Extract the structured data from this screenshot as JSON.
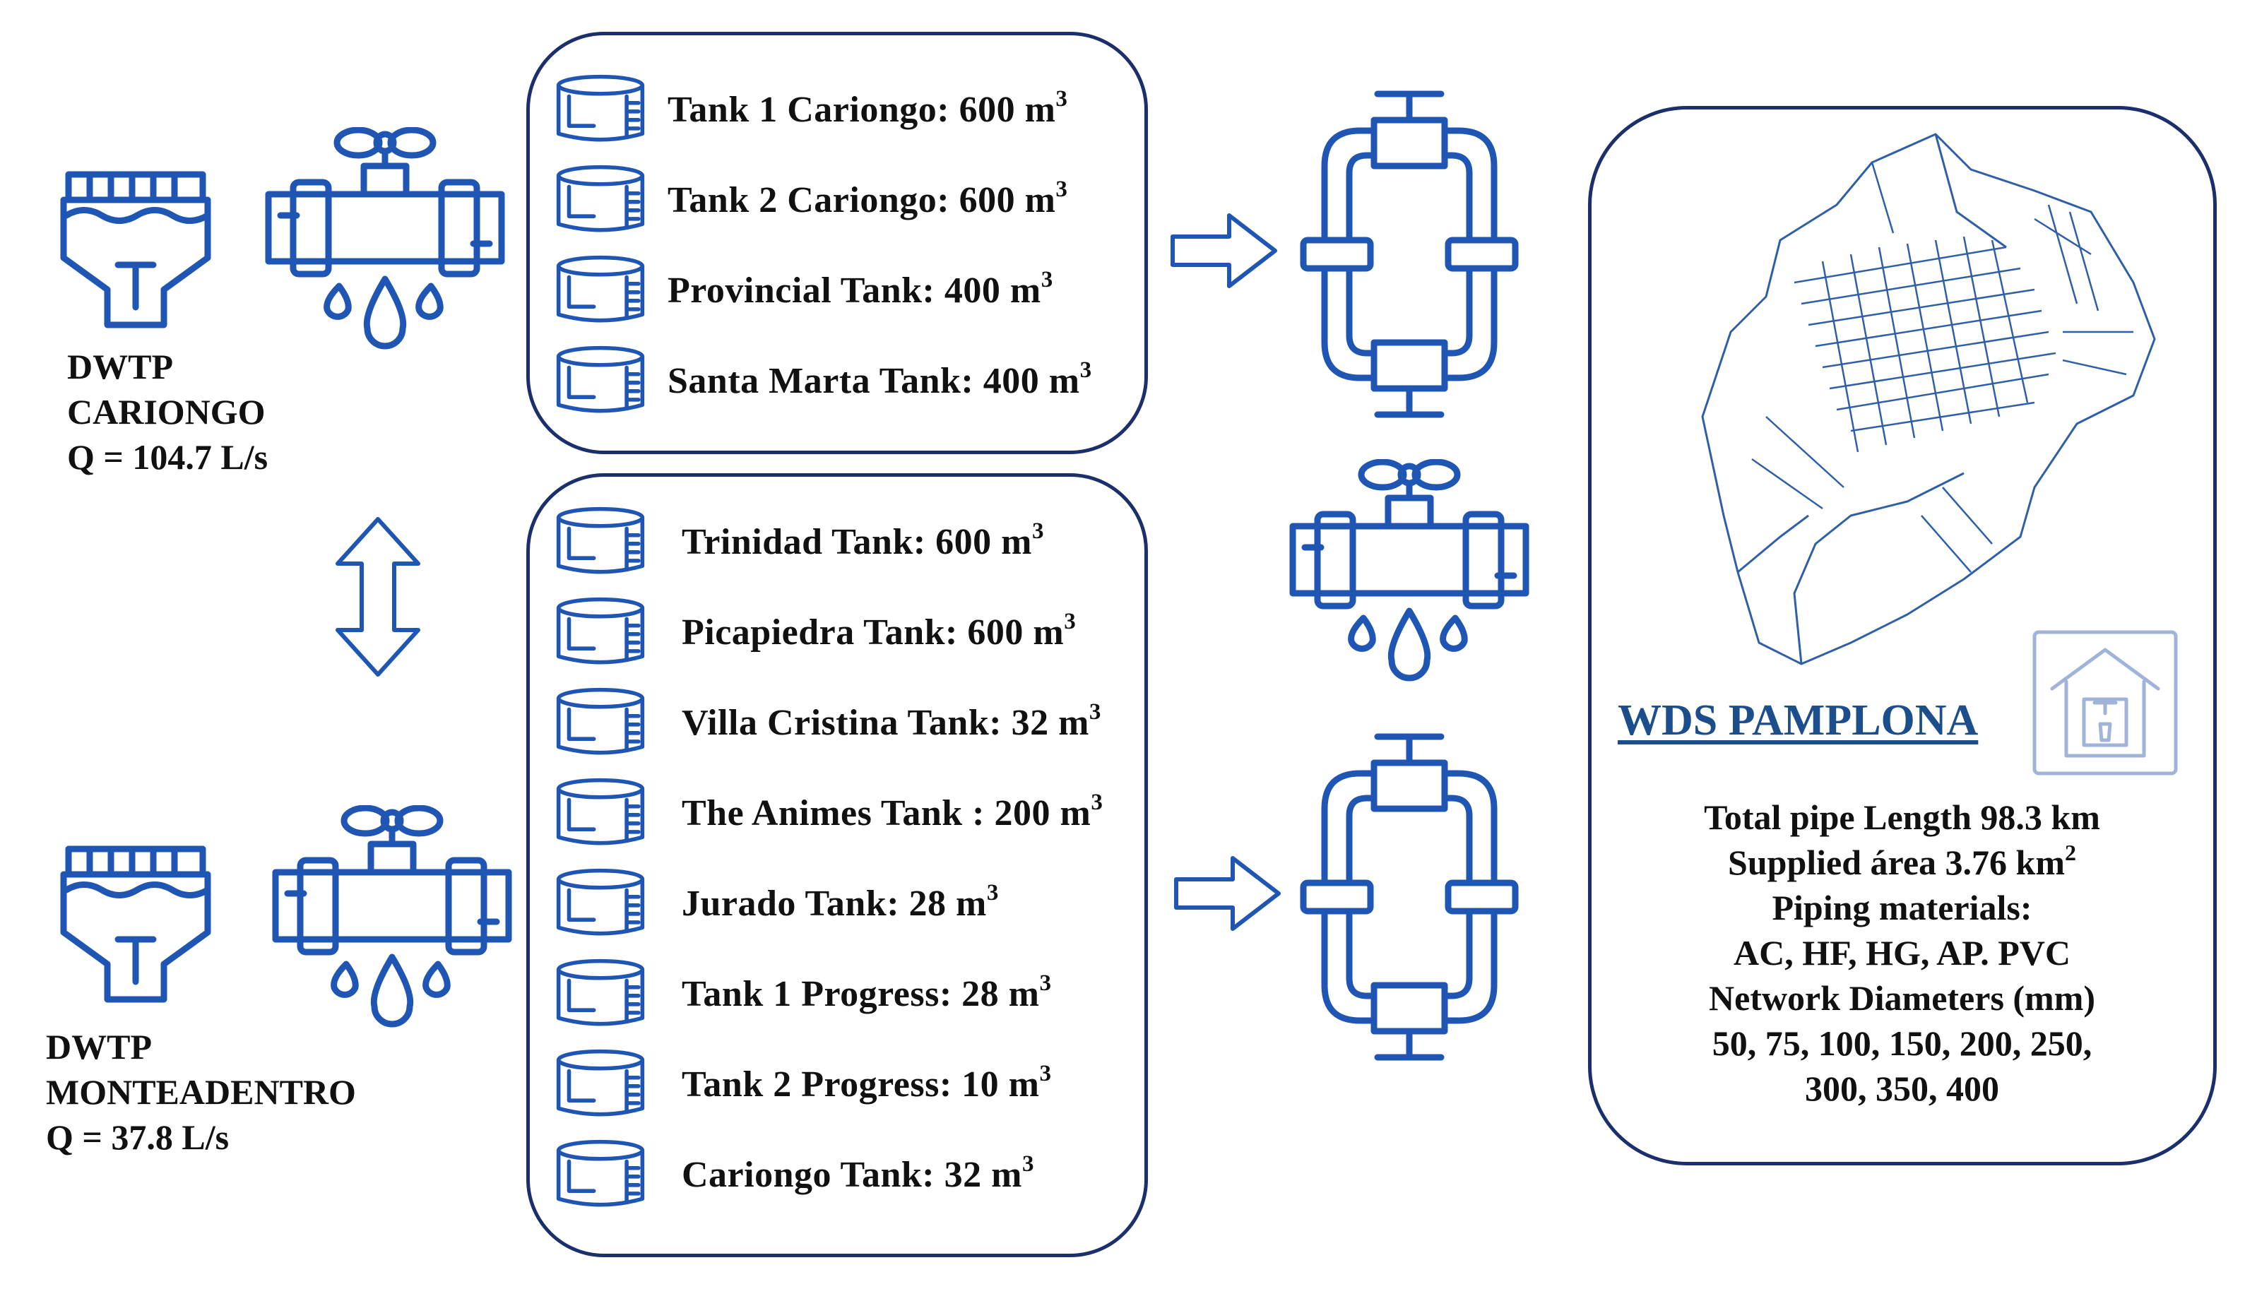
{
  "plants": [
    {
      "name_line1": "DWTP",
      "name_line2": "CARIONGO",
      "flow": "Q = 104.7 L/s"
    },
    {
      "name_line1": "DWTP",
      "name_line2": "MONTEADENTRO",
      "flow": "Q = 37.8 L/s"
    }
  ],
  "tanks_group1": [
    {
      "name": "Tank 1 Cariongo: 600 m",
      "sup": "3"
    },
    {
      "name": "Tank 2 Cariongo: 600 m",
      "sup": "3"
    },
    {
      "name": "Provincial Tank: 400 m",
      "sup": "3"
    },
    {
      "name": "Santa Marta Tank: 400 m",
      "sup": "3"
    }
  ],
  "tanks_group2": [
    {
      "name": "Trinidad Tank: 600 m",
      "sup": "3"
    },
    {
      "name": "Picapiedra Tank: 600 m",
      "sup": "3"
    },
    {
      "name": "Villa Cristina Tank: 32 m",
      "sup": "3"
    },
    {
      "name": "The Animes Tank : 200 m",
      "sup": "3"
    },
    {
      "name": "Jurado Tank: 28 m",
      "sup": "3"
    },
    {
      "name": "Tank 1 Progress: 28 m",
      "sup": "3"
    },
    {
      "name": "Tank 2 Progress: 10 m",
      "sup": "3"
    },
    {
      "name": "Cariongo Tank: 32 m",
      "sup": "3"
    }
  ],
  "wds": {
    "title": "WDS PAMPLONA",
    "line1": "Total pipe Length 98.3 km",
    "line2_text": "Supplied área 3.76 km",
    "line2_sup": "2",
    "line3": "Piping materials:",
    "line4": "AC, HF, HG, AP. PVC",
    "line5": "Network Diameters (mm)",
    "line6": "50, 75, 100, 150, 200, 250,",
    "line7": "300, 350, 400"
  },
  "colors": {
    "icon_blue": "#1f56b3",
    "border_navy": "#1a2f6b",
    "title_blue": "#1d4e8c",
    "map_blue": "#2f5fa8"
  },
  "icons": [
    "water-treatment-plant-icon",
    "valve-leak-icon",
    "storage-tank-icon",
    "right-arrow-icon",
    "double-arrow-icon",
    "pipe-loop-icon",
    "house-water-icon",
    "city-network-map-icon"
  ]
}
